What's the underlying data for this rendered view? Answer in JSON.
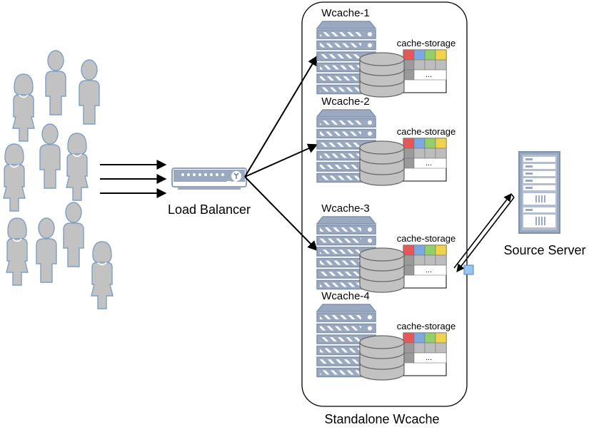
{
  "load_balancer": {
    "label": "Load Balancer"
  },
  "source_server": {
    "label": "Source Server"
  },
  "container": {
    "label": "Standalone Wcache"
  },
  "wcaches": [
    {
      "name": "Wcache-1",
      "storage_label": "cache-storage",
      "ellipsis": "..."
    },
    {
      "name": "Wcache-2",
      "storage_label": "cache-storage",
      "ellipsis": "..."
    },
    {
      "name": "Wcache-3",
      "storage_label": "cache-storage",
      "ellipsis": "..."
    },
    {
      "name": "Wcache-4",
      "storage_label": "cache-storage",
      "ellipsis": "..."
    }
  ],
  "colors": {
    "user_fill": "#c2c2c2",
    "user_stroke": "#7f9fc8",
    "server_fill": "#9aa9c0",
    "cell_red": "#e85757",
    "cell_blue": "#7da9e0",
    "cell_green": "#92cf6a",
    "cell_yellow": "#f2d24a",
    "cell_gray": "#bdbdbd",
    "connector": "#9ac4ec"
  }
}
